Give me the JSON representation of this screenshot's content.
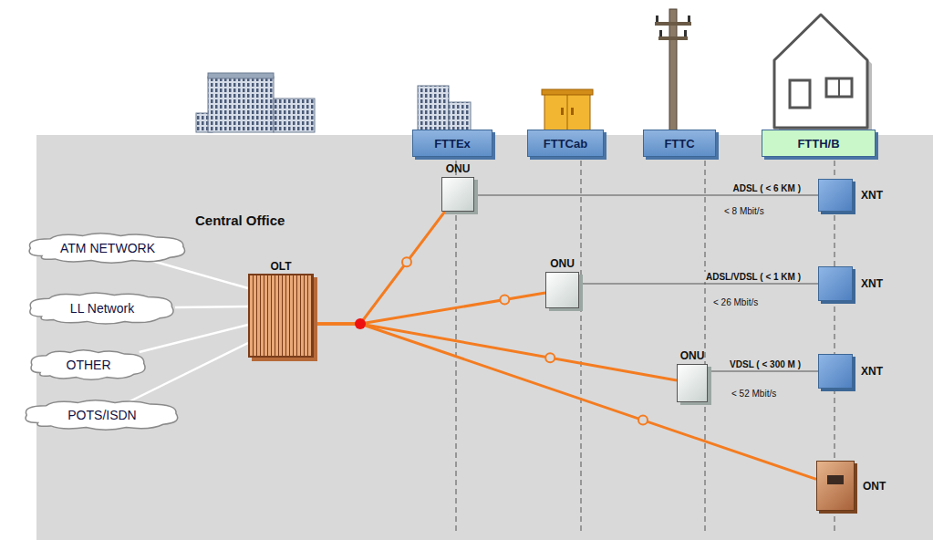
{
  "diagram": {
    "nodes": [
      {
        "text": [
          "FTTEx"
        ]
      },
      {
        "text": [
          "FTTCab"
        ]
      },
      {
        "text": [
          "FTTC"
        ]
      },
      {
        "text": [
          "FTTH/B"
        ]
      },
      {
        "text": [
          "ATM NETWORK"
        ]
      },
      {
        "text": [
          "LL Network"
        ]
      },
      {
        "text": [
          "OTHER"
        ]
      },
      {
        "text": [
          "POTS/ISDN"
        ]
      },
      {
        "text": [
          "OLT"
        ]
      },
      {
        "text": [
          "ONU"
        ]
      },
      {
        "text": [
          "ONU"
        ]
      },
      {
        "text": [
          "ONU"
        ]
      },
      {
        "text": [
          "XNT"
        ]
      },
      {
        "text": [
          "XNT"
        ]
      },
      {
        "text": [
          "XNT"
        ]
      },
      {
        "text": [
          "ONT"
        ]
      }
    ],
    "edges": [
      {
        "from": 4,
        "to": 8,
        "arrow": "none"
      },
      {
        "from": 5,
        "to": 8,
        "arrow": "none"
      },
      {
        "from": 6,
        "to": 8,
        "arrow": "none"
      },
      {
        "from": 7,
        "to": 8,
        "arrow": "none"
      },
      {
        "from": 8,
        "to": 9,
        "arrow": "none"
      },
      {
        "from": 8,
        "to": 10,
        "arrow": "none"
      },
      {
        "from": 8,
        "to": 11,
        "arrow": "none"
      },
      {
        "from": 8,
        "to": 15,
        "arrow": "none"
      },
      {
        "from": 9,
        "to": 12,
        "label": "ADSL ( < 6 KM )",
        "arrow": "none"
      },
      {
        "from": 10,
        "to": 13,
        "label": "ADSL/VDSL ( < 1 KM )",
        "arrow": "none"
      },
      {
        "from": 11,
        "to": 14,
        "label": "VDSL ( < 300 M )",
        "arrow": "none"
      }
    ],
    "labels": [
      "Central Office",
      "< 8 Mbit/s",
      "< 26 Mbit/s",
      "< 52 Mbit/s"
    ]
  }
}
